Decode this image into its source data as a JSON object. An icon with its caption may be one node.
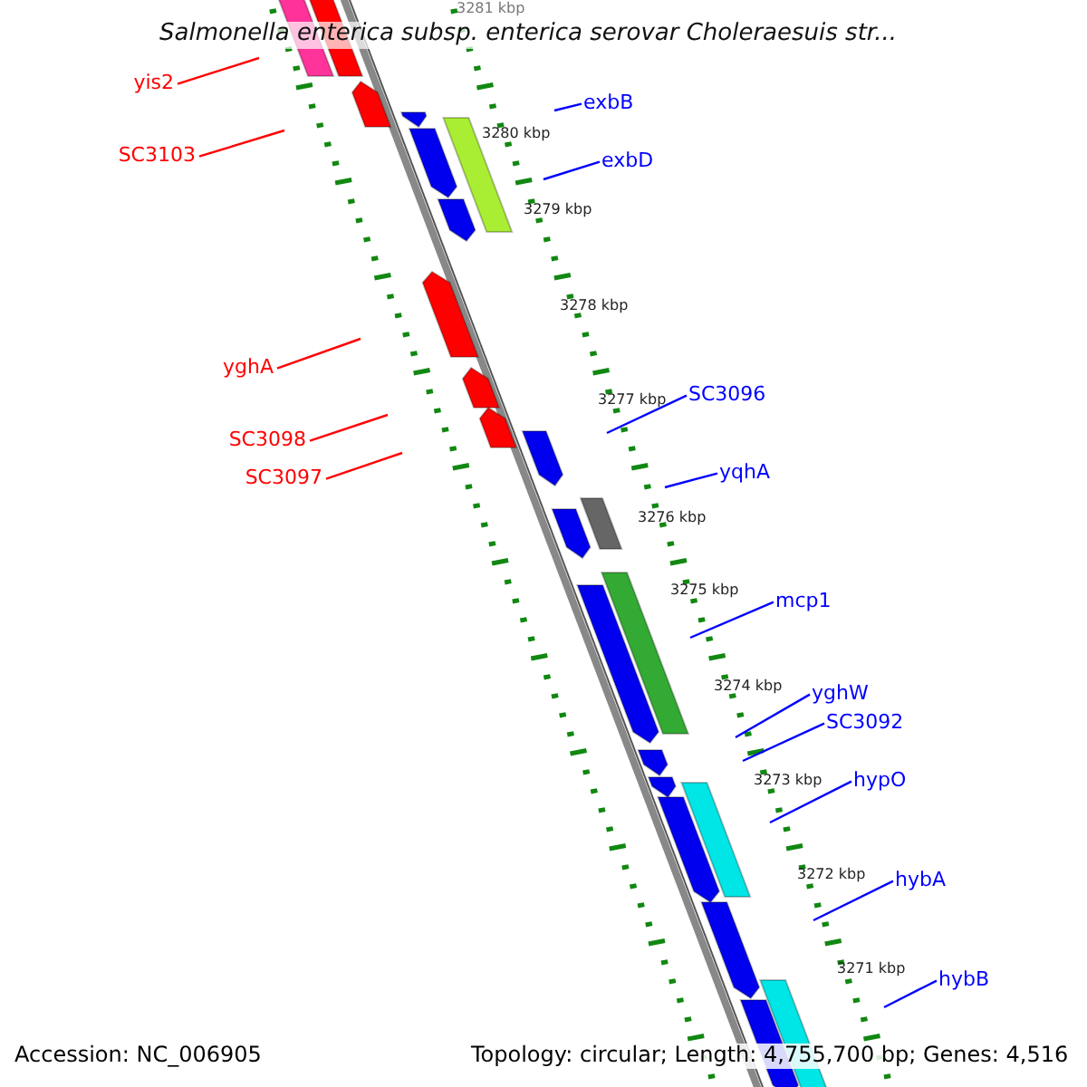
{
  "diagram": {
    "title": "Salmonella enterica subsp. enterica serovar Choleraesuis str...",
    "nodes": [
      {
        "text": [
          "yis2"
        ]
      },
      {
        "text": [
          "SC3103"
        ]
      },
      {
        "text": [
          "yghA"
        ]
      },
      {
        "text": [
          "SC3098"
        ]
      },
      {
        "text": [
          "SC3097"
        ]
      },
      {
        "text": [
          "exbB"
        ]
      },
      {
        "text": [
          "exbD"
        ]
      },
      {
        "text": [
          "SC3096"
        ]
      },
      {
        "text": [
          "yqhA"
        ]
      },
      {
        "text": [
          "mcp1"
        ]
      },
      {
        "text": [
          "yghW"
        ]
      },
      {
        "text": [
          "SC3092"
        ]
      },
      {
        "text": [
          "hypO"
        ]
      },
      {
        "text": [
          "hybA"
        ]
      },
      {
        "text": [
          "hybB"
        ]
      }
    ],
    "edges": [
      {
        "from": 0,
        "to": null,
        "arrow": "none",
        "color": "#ff0000"
      },
      {
        "from": 1,
        "to": null,
        "arrow": "none",
        "color": "#ff0000"
      },
      {
        "from": 2,
        "to": null,
        "arrow": "none",
        "color": "#ff0000"
      },
      {
        "from": 3,
        "to": null,
        "arrow": "none",
        "color": "#ff0000"
      },
      {
        "from": 4,
        "to": null,
        "arrow": "none",
        "color": "#ff0000"
      },
      {
        "from": 5,
        "to": null,
        "arrow": "none"
      },
      {
        "from": 6,
        "to": null,
        "arrow": "none"
      },
      {
        "from": 7,
        "to": null,
        "arrow": "none"
      },
      {
        "from": 8,
        "to": null,
        "arrow": "none"
      },
      {
        "from": 9,
        "to": null,
        "arrow": "none"
      },
      {
        "from": 10,
        "to": null,
        "arrow": "none"
      },
      {
        "from": 11,
        "to": null,
        "arrow": "none"
      },
      {
        "from": 12,
        "to": null,
        "arrow": "none"
      },
      {
        "from": 13,
        "to": null,
        "arrow": "none"
      },
      {
        "from": 14,
        "to": null,
        "arrow": "none"
      }
    ],
    "labels": [
      "3281 kbp",
      "3280 kbp",
      "3279 kbp",
      "3278 kbp",
      "3277 kbp",
      "3276 kbp",
      "3275 kbp",
      "3274 kbp",
      "3273 kbp",
      "3272 kbp",
      "3271 kbp",
      "Accession: NC_006905",
      "Topology: circular; Length: 4,755,700 bp; Genes: 4,516"
    ]
  }
}
